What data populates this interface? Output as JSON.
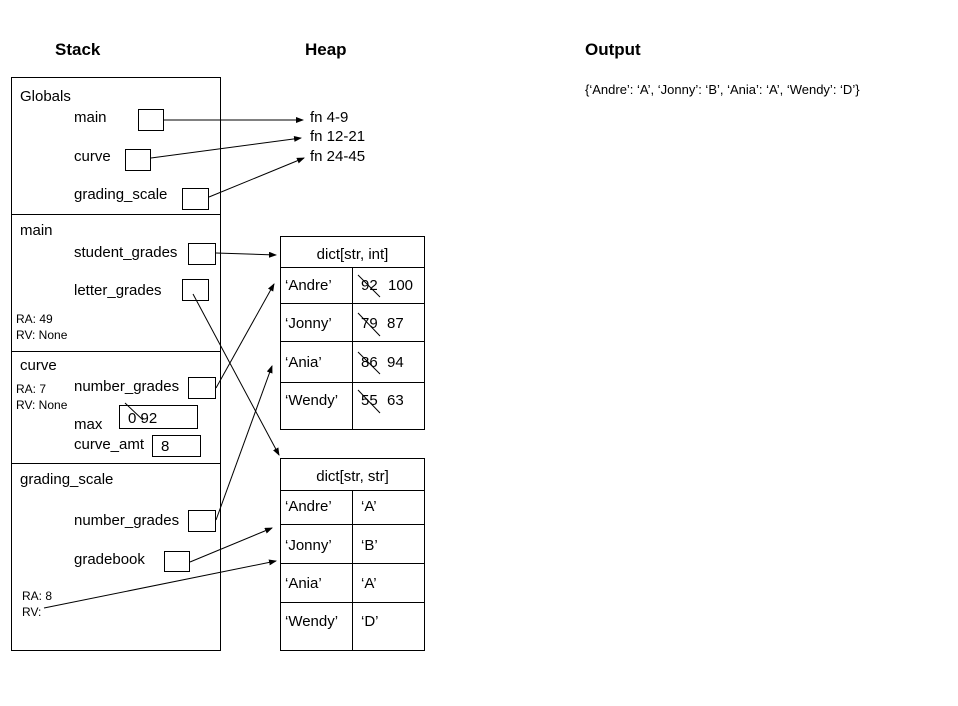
{
  "headers": {
    "stack": "Stack",
    "heap": "Heap",
    "output": "Output"
  },
  "output": {
    "text": "{‘Andre’: ‘A’, ‘Jonny’: ‘B’, ‘Ania’: ‘A’, ‘Wendy’: ‘D’}"
  },
  "frames": {
    "globals": {
      "name": "Globals",
      "vars": [
        "main",
        "curve",
        "grading_scale"
      ]
    },
    "main": {
      "name": "main",
      "vars": [
        "student_grades",
        "letter_grades"
      ],
      "ra": "RA: 49",
      "rv": "RV: None"
    },
    "curve": {
      "name": "curve",
      "vars": [
        "number_grades",
        "max",
        "curve_amt"
      ],
      "ra": "RA: 7",
      "rv": "RV: None",
      "max_value": "0 92",
      "curve_amt_value": "8"
    },
    "grading_scale": {
      "name": "grading_scale",
      "vars": [
        "number_grades",
        "gradebook"
      ],
      "ra": "RA: 8",
      "rv": "RV:"
    }
  },
  "heap": {
    "functions": [
      "fn 4-9",
      "fn 12-21",
      "fn 24-45"
    ],
    "dict1": {
      "title": "dict[str, int]",
      "rows": [
        {
          "key": "‘Andre’",
          "old": "92",
          "new": "100"
        },
        {
          "key": "‘Jonny’",
          "old": "79",
          "new": "87"
        },
        {
          "key": "‘Ania’",
          "old": "86",
          "new": "94"
        },
        {
          "key": "‘Wendy’",
          "old": "55",
          "new": "63"
        }
      ]
    },
    "dict2": {
      "title": "dict[str, str]",
      "rows": [
        {
          "key": "‘Andre’",
          "value": "‘A’"
        },
        {
          "key": "‘Jonny’",
          "value": "‘B’"
        },
        {
          "key": "‘Ania’",
          "value": "‘A’"
        },
        {
          "key": "‘Wendy’",
          "value": "‘D’"
        }
      ]
    }
  }
}
